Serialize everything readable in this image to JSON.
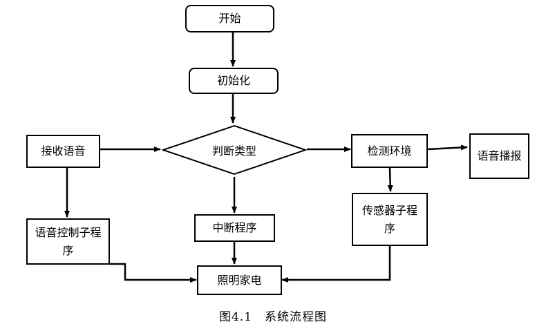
{
  "diagram": {
    "nodes": {
      "start": "开始",
      "init": "初始化",
      "decision": "判断类型",
      "receive_voice": "接收语音",
      "detect_env": "检测环境",
      "voice_broadcast": "语音播报",
      "voice_ctrl_sub": "语音控制子程序",
      "interrupt": "中断程序",
      "sensor_sub": "传感器子程序",
      "lighting": "照明家电"
    },
    "edges": [
      {
        "from": "start",
        "to": "init"
      },
      {
        "from": "init",
        "to": "decision"
      },
      {
        "from": "receive_voice",
        "to": "decision"
      },
      {
        "from": "decision",
        "to": "detect_env"
      },
      {
        "from": "detect_env",
        "to": "voice_broadcast"
      },
      {
        "from": "receive_voice",
        "to": "voice_ctrl_sub"
      },
      {
        "from": "decision",
        "to": "interrupt"
      },
      {
        "from": "detect_env",
        "to": "sensor_sub"
      },
      {
        "from": "voice_ctrl_sub",
        "to": "lighting"
      },
      {
        "from": "interrupt",
        "to": "lighting"
      },
      {
        "from": "sensor_sub",
        "to": "lighting"
      }
    ]
  },
  "caption": "图4.1　系统流程图"
}
